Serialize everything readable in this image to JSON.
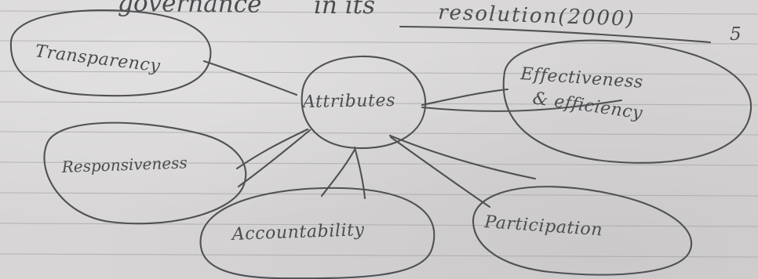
{
  "header": {
    "fragment_left": "governance",
    "fragment_middle": "in its",
    "resolution_text": "resolution(2000)",
    "suffix": "5"
  },
  "diagram": {
    "center_label": "Attributes",
    "nodes": {
      "transparency": "Transparency",
      "responsiveness": "Responsiveness",
      "accountability": "Accountability",
      "participation": "Participation",
      "effectiveness_line_1": "Effectiveness",
      "effectiveness_line_2": "& efficiency"
    }
  },
  "colors": {
    "paper": "#d7d5d5",
    "ink": "#4f5154",
    "rule_line": "#9b9a9a"
  }
}
